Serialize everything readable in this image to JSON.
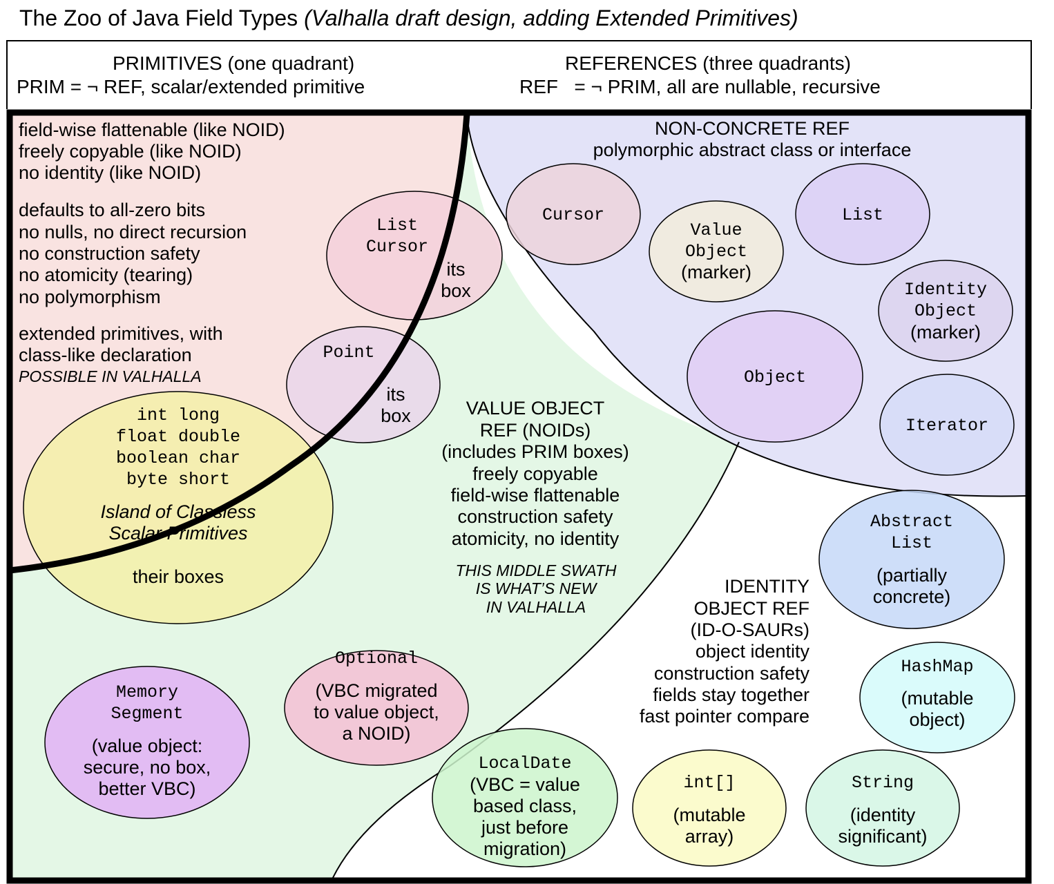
{
  "title": {
    "main": "The Zoo of Java Field Types",
    "sub": "(Valhalla draft design, adding Extended Primitives)"
  },
  "header": {
    "primitives": {
      "line1": "PRIMITIVES (one quadrant)",
      "line2": "PRIM = ¬ REF, scalar/extended primitive"
    },
    "references": {
      "line1": "REFERENCES (three quadrants)",
      "line2": "REF   = ¬ PRIM, all are nullable, recursive"
    }
  },
  "colors": {
    "primitive_region": "#f9e3e1",
    "value_region": "#e4f7e6",
    "nonconcrete_region": "#e3e3f8",
    "border": "#000000"
  },
  "regions": {
    "primitive": {
      "block1": [
        "field-wise flattenable (like NOID)",
        "freely copyable (like NOID)",
        "no identity (like NOID)"
      ],
      "block2": [
        "defaults to all-zero bits",
        "no nulls, no direct recursion",
        "no construction safety",
        "no atomicity (tearing)",
        "no polymorphism"
      ],
      "block3": [
        "extended primitives, with",
        "class-like declaration"
      ],
      "block3_italic": "POSSIBLE IN VALHALLA"
    },
    "nonconcrete": {
      "line1": "NON-CONCRETE REF",
      "line2": "polymorphic abstract class or interface"
    },
    "value_object": {
      "lines": [
        "VALUE OBJECT",
        "REF (NOIDs)",
        "(includes PRIM boxes)",
        "freely copyable",
        "field-wise flattenable",
        "construction safety",
        "atomicity, no identity"
      ],
      "italic_lines": [
        "THIS MIDDLE SWATH",
        "IS WHAT’S NEW",
        "IN VALHALLA"
      ]
    },
    "identity": {
      "lines": [
        "IDENTITY",
        "OBJECT REF",
        "(ID-O-SAURs)",
        "object identity",
        "construction safety",
        "fields stay together",
        "fast pointer compare"
      ]
    }
  },
  "circles": [
    {
      "id": "list-cursor",
      "fill": "#f5d0da",
      "code": [
        "List",
        "Cursor"
      ],
      "box_label": [
        "its",
        "box"
      ]
    },
    {
      "id": "point",
      "fill": "#ead6ea",
      "code": [
        "Point"
      ],
      "box_label": [
        "its",
        "box"
      ]
    },
    {
      "id": "island",
      "fill": "#f5f0a8",
      "code": [
        "int long",
        "float double",
        "boolean char",
        "byte short"
      ],
      "italic": [
        "Island of Classless",
        "Scalar Primitives"
      ],
      "box_label": [
        "their boxes"
      ]
    },
    {
      "id": "cursor",
      "fill": "#ecd4dc",
      "code": [
        "Cursor"
      ]
    },
    {
      "id": "value-object-marker",
      "fill": "#f2ecdc",
      "code": [
        "Value",
        "Object"
      ],
      "note": [
        "(marker)"
      ]
    },
    {
      "id": "list",
      "fill": "#dcd0f6",
      "code": [
        "List"
      ]
    },
    {
      "id": "identity-object-marker",
      "fill": "#dcd4ee",
      "code": [
        "Identity",
        "Object"
      ],
      "note": [
        "(marker)"
      ]
    },
    {
      "id": "object",
      "fill": "#e0cef4",
      "code": [
        "Object"
      ]
    },
    {
      "id": "iterator",
      "fill": "#d6dcf8",
      "code": [
        "Iterator"
      ]
    },
    {
      "id": "abstract-list",
      "fill": "#c6d8f8",
      "code": [
        "Abstract",
        "List"
      ],
      "note": [
        "(partially",
        "concrete)"
      ]
    },
    {
      "id": "hashmap",
      "fill": "#d4fafa",
      "code": [
        "HashMap"
      ],
      "note": [
        "(mutable",
        "object)"
      ]
    },
    {
      "id": "optional",
      "fill": "#f4c0d4",
      "code": [
        "Optional"
      ],
      "note": [
        "(VBC migrated",
        "to value object,",
        "a NOID)"
      ]
    },
    {
      "id": "memory-segment",
      "fill": "#e2b2f4",
      "code": [
        "Memory",
        "Segment"
      ],
      "note": [
        "(value object:",
        "secure, no box,",
        "better VBC)"
      ]
    },
    {
      "id": "localdate",
      "fill": "#ccf4cc",
      "code": [
        "LocalDate"
      ],
      "note": [
        "(VBC = value",
        "based class,",
        "just before",
        "migration)"
      ]
    },
    {
      "id": "int-array",
      "fill": "#fafac4",
      "code": [
        "int[]"
      ],
      "note": [
        "(mutable",
        "array)"
      ]
    },
    {
      "id": "string",
      "fill": "#d4f6e4",
      "code": [
        "String"
      ],
      "note": [
        "(identity",
        "significant)"
      ]
    }
  ]
}
